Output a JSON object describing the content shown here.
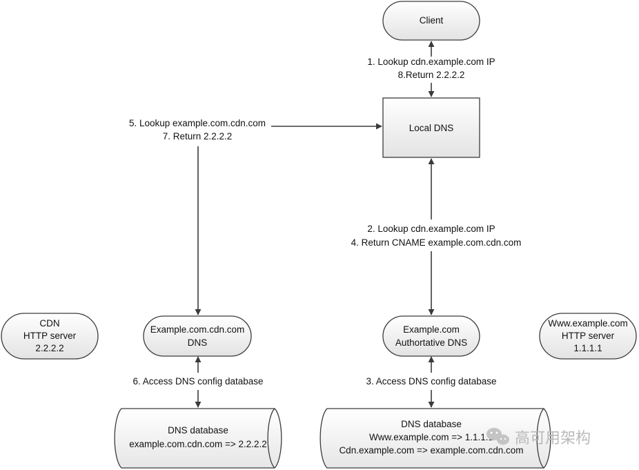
{
  "nodes": {
    "client": {
      "lines": [
        "Client"
      ]
    },
    "local_dns": {
      "lines": [
        "Local DNS"
      ]
    },
    "cdn_server": {
      "lines": [
        "CDN",
        "HTTP server",
        "2.2.2.2"
      ]
    },
    "cdn_dns": {
      "lines": [
        "Example.com.cdn.com",
        "DNS"
      ]
    },
    "auth_dns": {
      "lines": [
        "Example.com",
        "Authortative DNS"
      ]
    },
    "www_server": {
      "lines": [
        "Www.example.com",
        "HTTP server",
        "1.1.1.1"
      ]
    },
    "cdn_db": {
      "lines": [
        "DNS database",
        "example.com.cdn.com => 2.2.2.2"
      ]
    },
    "auth_db": {
      "lines": [
        "DNS database",
        "Www.example.com => 1.1.1.1",
        "Cdn.example.com => example.com.cdn.com"
      ]
    }
  },
  "edges": {
    "client_local": [
      "1. Lookup cdn.example.com IP",
      "8.Return 2.2.2.2"
    ],
    "local_auth": [
      "2. Lookup cdn.example.com IP",
      "4. Return CNAME example.com.cdn.com"
    ],
    "local_cdn": [
      "5. Lookup example.com.cdn.com",
      "7. Return 2.2.2.2"
    ],
    "auth_db": [
      "3. Access DNS config database"
    ],
    "cdn_db": [
      "6. Access DNS config database"
    ]
  },
  "watermark": {
    "text": "高可用架构",
    "icon": "wechat-icon"
  },
  "colors": {
    "stroke": "#3a3a3a",
    "fill_top": "#ffffff",
    "fill_bottom": "#e4e4e4",
    "text": "#111111",
    "watermark": "#b9b9b9"
  }
}
